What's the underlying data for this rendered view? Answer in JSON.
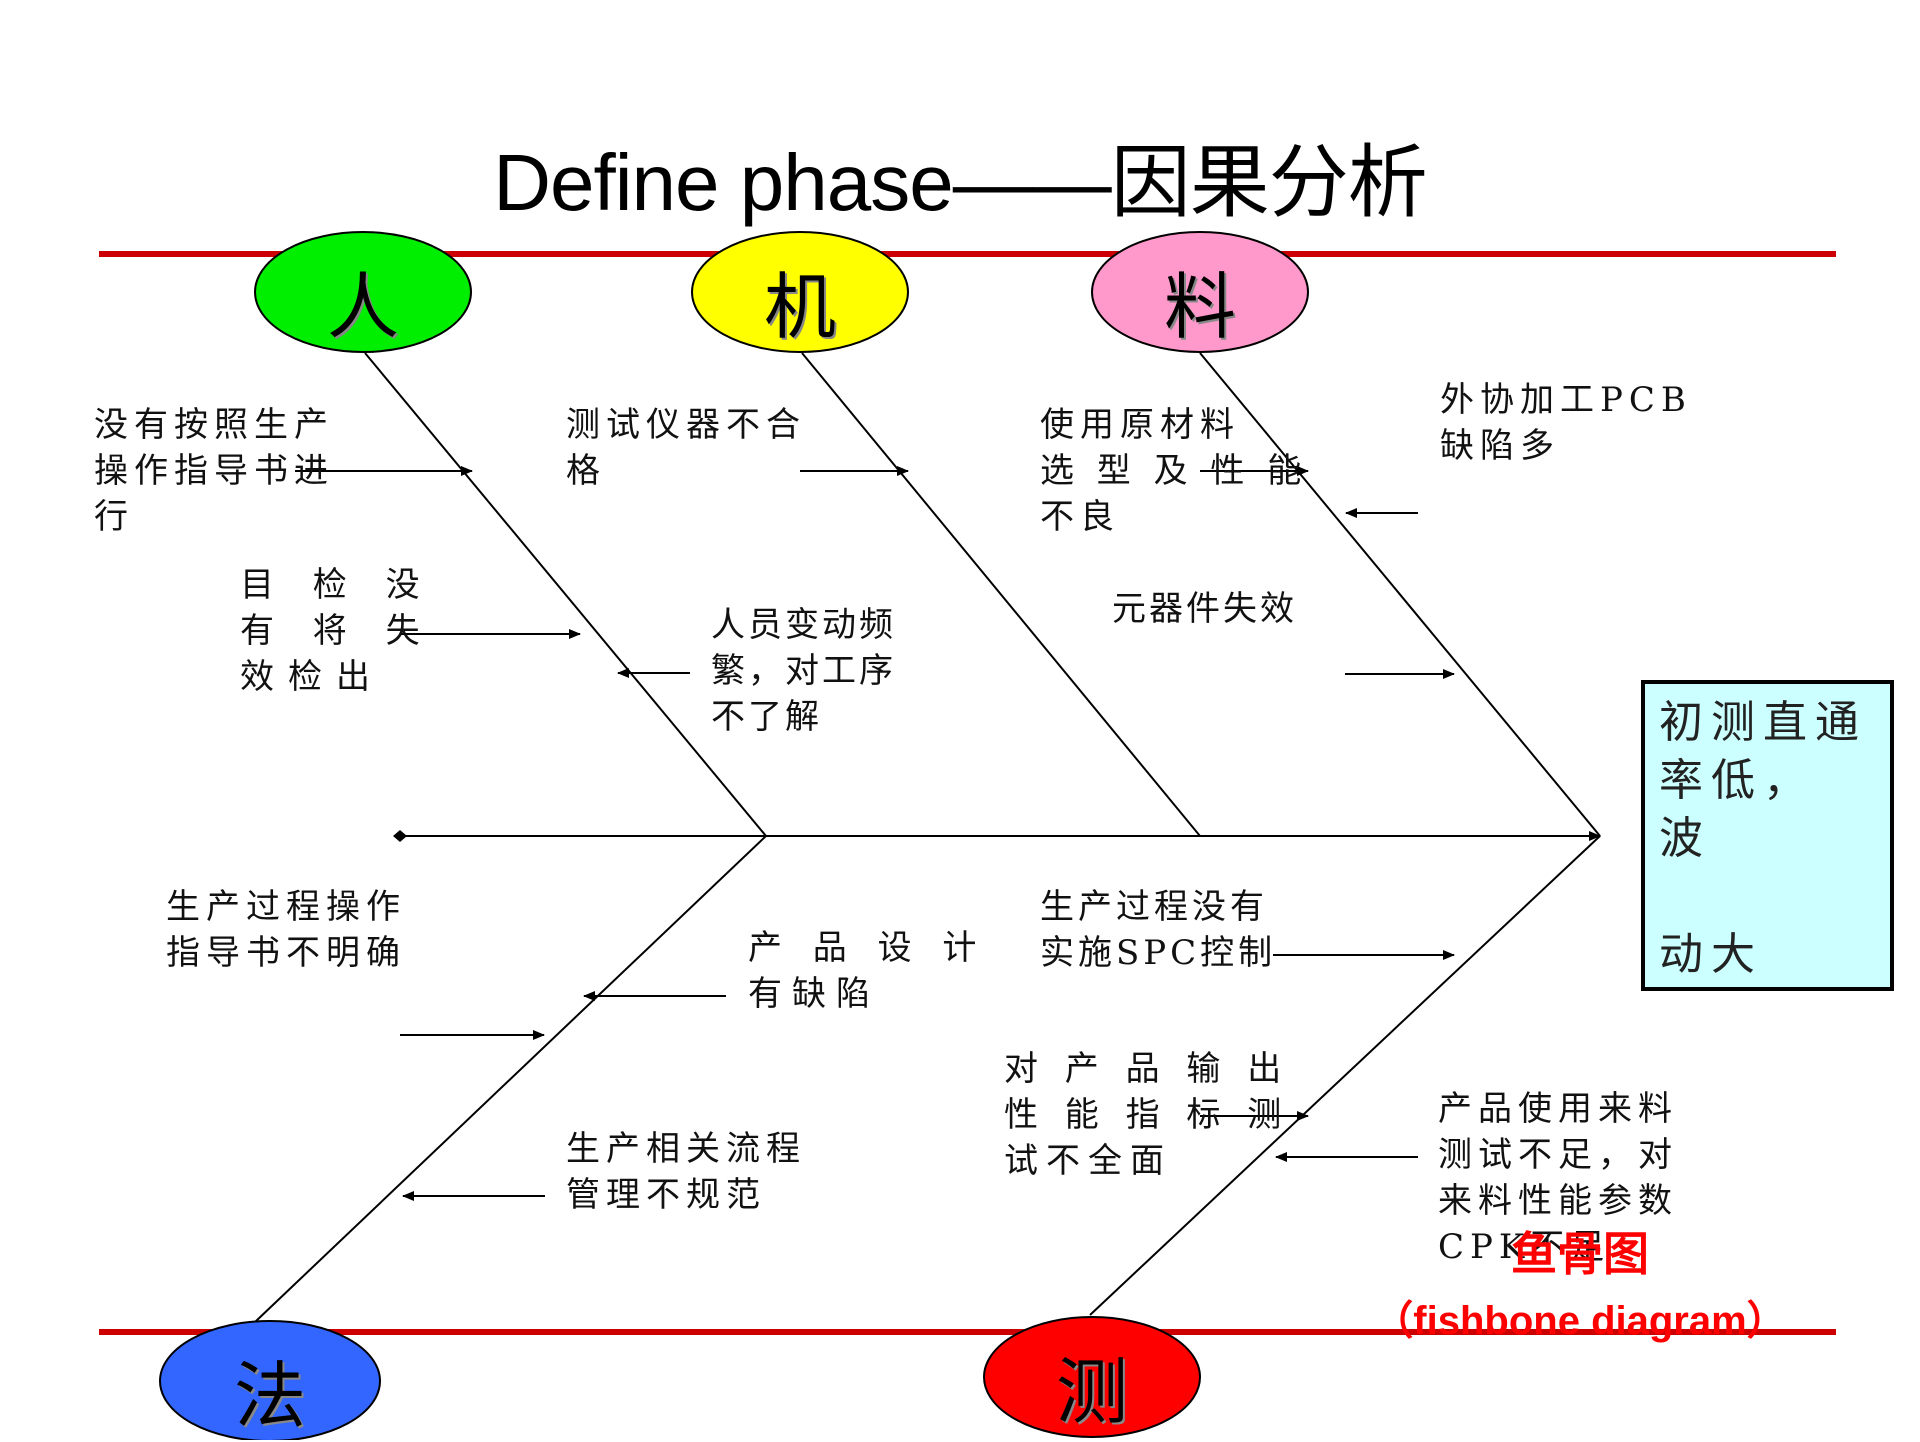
{
  "title": "Define phase——因果分析",
  "categories": {
    "man": "人",
    "machine": "机",
    "material": "料",
    "method": "法",
    "measurement": "测"
  },
  "category_colors": {
    "man": "#00ee00",
    "machine": "#ffff00",
    "material": "#ff99cc",
    "method": "#3366ff",
    "measurement": "#ff0000"
  },
  "causes": {
    "man_1": "没有按照生产\n操作指导书进\n行",
    "man_2": "目 检 没\n有 将 失\n效检出",
    "machine_1": "测试仪器不合\n格",
    "machine_2": "人员变动频\n繁，对工序\n不了解",
    "material_1": "使用原材料\n选 型 及 性 能\n不良",
    "material_2": "元器件失效",
    "material_3": "外协加工PCB\n缺陷多",
    "method_1": "生产过程操作\n指导书不明确",
    "method_2": "产 品 设 计\n有缺陷",
    "method_3": "生产相关流程\n管理不规范",
    "measurement_1": "生产过程没有\n实施SPC控制",
    "measurement_2": "对 产 品 输 出\n性 能 指 标 测\n试不全面",
    "measurement_3": "产品使用来料\n测试不足，对\n来料性能参数\nCPK不足"
  },
  "effect": "初测直通\n率低， 波\n\n动大",
  "caption": {
    "line1": "鱼骨图",
    "line2": "（fishbone diagram）"
  },
  "colors": {
    "boundary_line": "#cc0000",
    "effect_fill": "#ccffff",
    "caption": "#ff0000"
  }
}
